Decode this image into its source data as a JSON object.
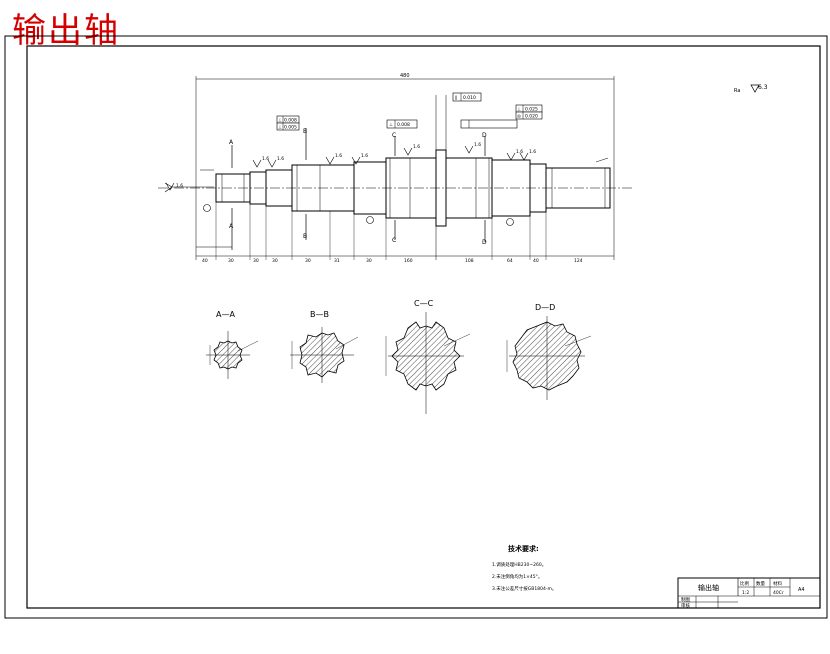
{
  "header_title": "输出轴",
  "drawing": {
    "roughness_note": "6.3",
    "overall_length": "480",
    "section_labels": [
      "A",
      "B",
      "C",
      "D"
    ],
    "tolerance_frames": [
      {
        "symbol": "⊥",
        "value": "0.008"
      },
      {
        "symbol": "⊥",
        "value": "0.005"
      },
      {
        "symbol": "⊥",
        "value": "0.008"
      },
      {
        "symbol": "∥",
        "value": "0.010"
      },
      {
        "symbol": "⊥",
        "value": "0.025"
      },
      {
        "symbol": "◎",
        "value": "0.020"
      }
    ],
    "surface_finish": [
      "1.6",
      "1.6",
      "1.6",
      "1.6",
      "1.6",
      "1.6",
      "1.6",
      "1.6",
      "1.6"
    ],
    "bottom_dims": [
      "40",
      "30",
      "30",
      "30",
      "30",
      "31",
      "30",
      "160",
      "108",
      "64",
      "40",
      "124"
    ],
    "section_titles": [
      "A—A",
      "B—B",
      "C—C",
      "D—D"
    ]
  },
  "tech_requirements": {
    "title": "技术要求:",
    "items": [
      "1.调质处理HB230~260。",
      "2.未注倒角均为1×45°。",
      "3.未注公差尺寸按GB1804-m。"
    ]
  },
  "title_block": {
    "name": "输出轴",
    "scale_label": "比例",
    "qty_label": "数量",
    "material_label": "材料",
    "scale": "1:2",
    "material": "40Cr",
    "drawing_no": "A4",
    "designer_label": "制图",
    "checker_label": "审核"
  }
}
